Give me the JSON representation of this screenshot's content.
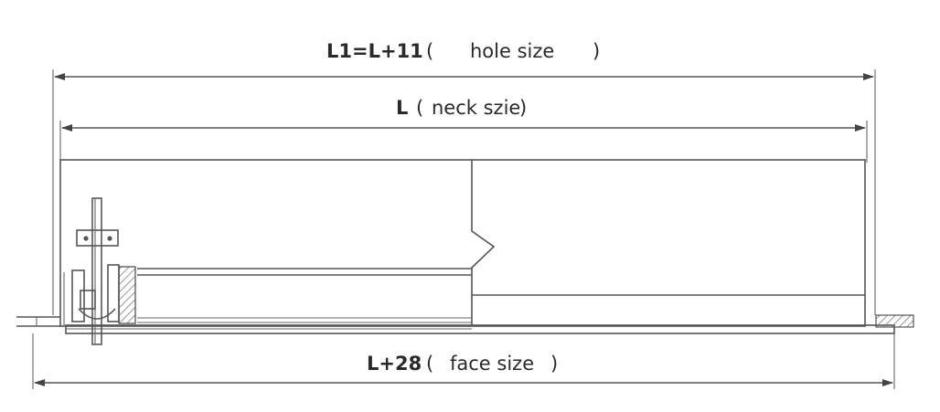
{
  "dimensions": {
    "hole": {
      "formula": "L1=L+11",
      "open": "(",
      "text": "hole size",
      "close": ")"
    },
    "neck": {
      "formula": "L",
      "open": "(",
      "text": "neck szie",
      "close": ")"
    },
    "face": {
      "formula": "L+28",
      "open": "(",
      "text": "face size",
      "close": ")"
    }
  },
  "colors": {
    "line": "#555555",
    "hatch": "#777777",
    "text": "#2a2a2a"
  }
}
